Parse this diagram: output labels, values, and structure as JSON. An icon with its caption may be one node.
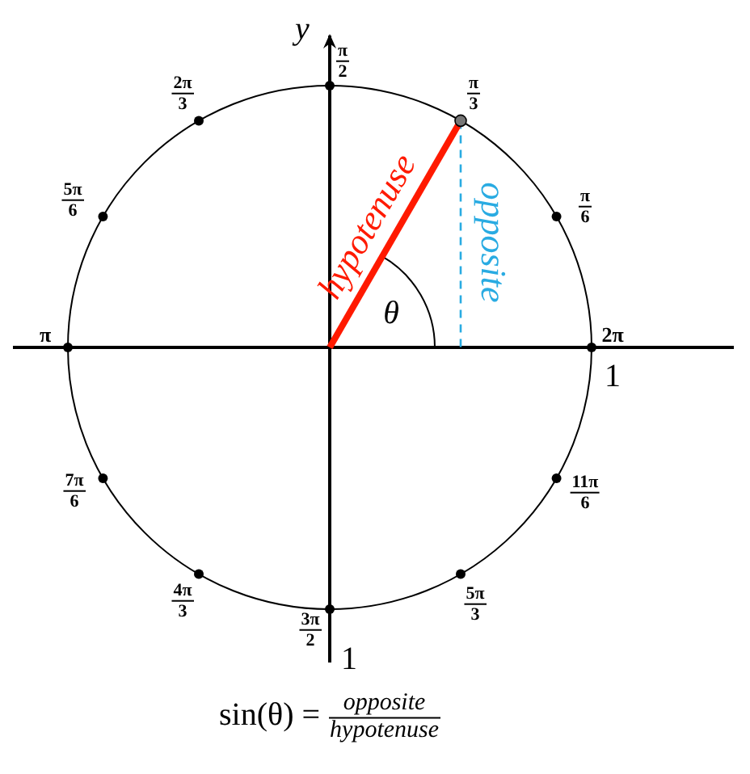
{
  "diagram": {
    "labels": [
      "y",
      "π 2",
      "2π 3",
      "π 3",
      "5π 6",
      "π 6",
      "hypotenuse",
      "opposite",
      "θ",
      "π",
      "2π",
      "1",
      "7π 6",
      "11π 6",
      "4π 3",
      "5π 3",
      "3π 2",
      "1",
      "sin(θ) = opposite hypotenuse"
    ]
  }
}
